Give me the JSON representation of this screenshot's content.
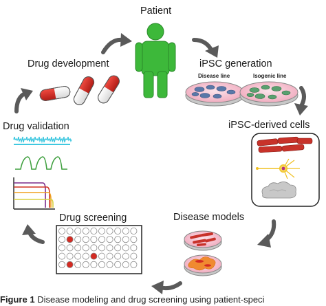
{
  "diagram": {
    "labels": {
      "patient": "Patient",
      "ipsc_generation": "iPSC generation",
      "disease_line": "Disease line",
      "isogenic_line": "Isogenic line",
      "ipsc_derived_cells": "iPSC-derived cells",
      "disease_models": "Disease models",
      "drug_screening": "Drug screening",
      "drug_validation": "Drug validation",
      "drug_development": "Drug development"
    },
    "screening_plate": {
      "rows": 5,
      "cols": 10,
      "hit_wells": [
        [
          1,
          1
        ],
        [
          3,
          4
        ],
        [
          4,
          1
        ]
      ]
    },
    "colors": {
      "patient": "#3db83a",
      "arrow": "#5a5a5a",
      "pill_red": "#d42a22",
      "dish_pink": "#f2a8b8",
      "cell_blue": "#5a78a8",
      "cell_green": "#5aa070",
      "muscle_red": "#c8322a",
      "neuron_yellow": "#f0c020",
      "trace_cyan": "#40c8e0",
      "trace_green": "#40a040",
      "curve_purple": "#7a2a8a",
      "curve_red": "#d03020",
      "curve_orange": "#f0a020",
      "curve_yellow": "#d8d040",
      "orange_tissue": "#f08a30"
    }
  },
  "caption": {
    "bold": "Figure 1",
    "text": " Disease modeling and drug screening using patient-speci"
  }
}
